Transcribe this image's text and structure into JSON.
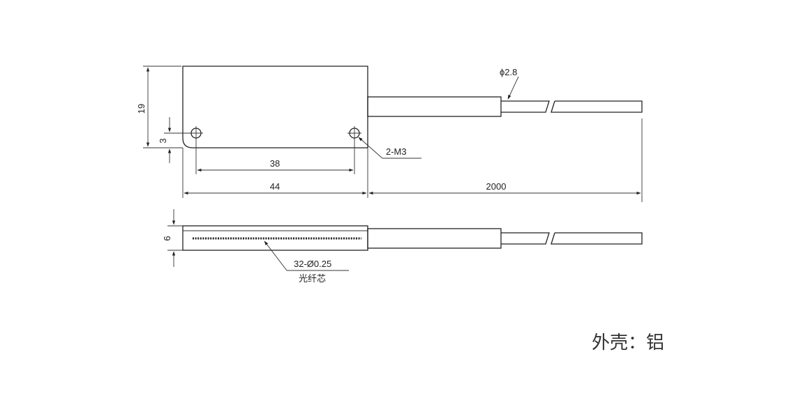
{
  "top_view": {
    "height_dim": "19",
    "hole_offset_dim": "3",
    "hole_spacing_dim": "38",
    "width_dim": "44",
    "cable_length_dim": "2000",
    "cable_diameter": "ϕ2.8",
    "hole_callout": "2-M3"
  },
  "side_view": {
    "thickness_dim": "6",
    "fiber_spec": "32-Ø0.25",
    "fiber_label": "光纤芯"
  },
  "material_note": "外壳：铝"
}
